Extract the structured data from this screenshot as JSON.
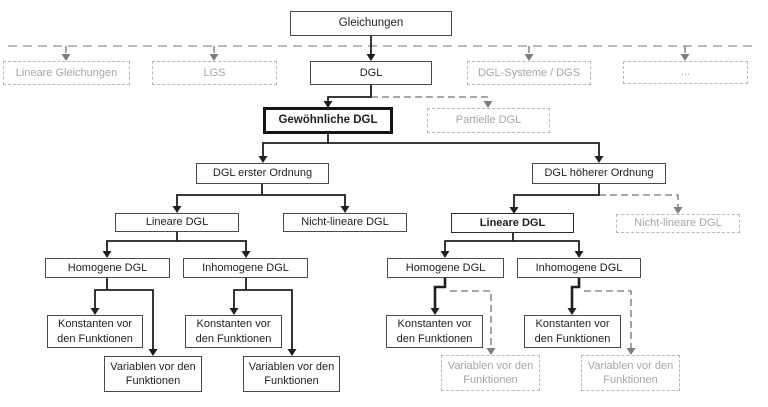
{
  "nodes": {
    "gleichungen": "Gleichungen",
    "lineare_gleichungen": "Lineare Gleichungen",
    "lgs": "LGS",
    "dgl": "DGL",
    "dgl_systeme": "DGL-Systeme / DGS",
    "weitere": "...",
    "gewoehnliche_dgl": "Gewöhnliche DGL",
    "partielle_dgl": "Partielle DGL",
    "dgl_erster_ordnung": "DGL erster Ordnung",
    "dgl_hoeherer_ordnung": "DGL höherer Ordnung",
    "lineare_dgl": "Lineare DGL",
    "nicht_lineare_dgl": "Nicht-lineare DGL",
    "homogene_dgl": "Homogene DGL",
    "inhomogene_dgl": "Inhomogene DGL",
    "konstanten": "Konstanten vor den Funktionen",
    "variablen": "Variablen vor den Funktionen"
  },
  "colors": {
    "node_border": "#4a4a4a",
    "node_text": "#1f1f1f",
    "emphasis_border": "#141414",
    "ghost_border": "#b8b8b8",
    "ghost_text": "#a6a6a6",
    "solid_edge": "#1f1f1f",
    "dashed_edge": "#8c8c8c",
    "background": "#ffffff"
  },
  "edges": [
    {
      "from": "Gleichungen",
      "to": "Lineare Gleichungen",
      "style": "dashed"
    },
    {
      "from": "Gleichungen",
      "to": "LGS",
      "style": "dashed"
    },
    {
      "from": "Gleichungen",
      "to": "DGL",
      "style": "solid"
    },
    {
      "from": "Gleichungen",
      "to": "DGL-Systeme / DGS",
      "style": "dashed"
    },
    {
      "from": "Gleichungen",
      "to": "...",
      "style": "dashed"
    },
    {
      "from": "DGL",
      "to": "Gewöhnliche DGL",
      "style": "solid"
    },
    {
      "from": "DGL",
      "to": "Partielle DGL",
      "style": "dashed"
    },
    {
      "from": "Gewöhnliche DGL",
      "to": "DGL erster Ordnung",
      "style": "solid"
    },
    {
      "from": "Gewöhnliche DGL",
      "to": "DGL höherer Ordnung",
      "style": "solid"
    },
    {
      "from": "DGL erster Ordnung",
      "to": "Lineare DGL",
      "style": "solid",
      "side": "left"
    },
    {
      "from": "DGL erster Ordnung",
      "to": "Nicht-lineare DGL",
      "style": "solid",
      "side": "left"
    },
    {
      "from": "DGL höherer Ordnung",
      "to": "Lineare DGL",
      "style": "solid",
      "side": "right"
    },
    {
      "from": "DGL höherer Ordnung",
      "to": "Nicht-lineare DGL",
      "style": "dashed",
      "side": "right"
    },
    {
      "from": "Lineare DGL",
      "to": "Homogene DGL",
      "style": "solid",
      "side": "left"
    },
    {
      "from": "Lineare DGL",
      "to": "Inhomogene DGL",
      "style": "solid",
      "side": "left"
    },
    {
      "from": "Lineare DGL",
      "to": "Homogene DGL",
      "style": "solid",
      "side": "right"
    },
    {
      "from": "Lineare DGL",
      "to": "Inhomogene DGL",
      "style": "solid",
      "side": "right"
    },
    {
      "from": "Homogene DGL",
      "to": "Konstanten vor den Funktionen",
      "style": "solid",
      "side": "left"
    },
    {
      "from": "Homogene DGL",
      "to": "Variablen vor den Funktionen",
      "style": "solid",
      "side": "left"
    },
    {
      "from": "Inhomogene DGL",
      "to": "Konstanten vor den Funktionen",
      "style": "solid",
      "side": "left"
    },
    {
      "from": "Inhomogene DGL",
      "to": "Variablen vor den Funktionen",
      "style": "solid",
      "side": "left"
    },
    {
      "from": "Homogene DGL",
      "to": "Konstanten vor den Funktionen",
      "style": "solid",
      "side": "right"
    },
    {
      "from": "Homogene DGL",
      "to": "Variablen vor den Funktionen",
      "style": "dashed",
      "side": "right"
    },
    {
      "from": "Inhomogene DGL",
      "to": "Konstanten vor den Funktionen",
      "style": "solid",
      "side": "right"
    },
    {
      "from": "Inhomogene DGL",
      "to": "Variablen vor den Funktionen",
      "style": "dashed",
      "side": "right"
    }
  ]
}
